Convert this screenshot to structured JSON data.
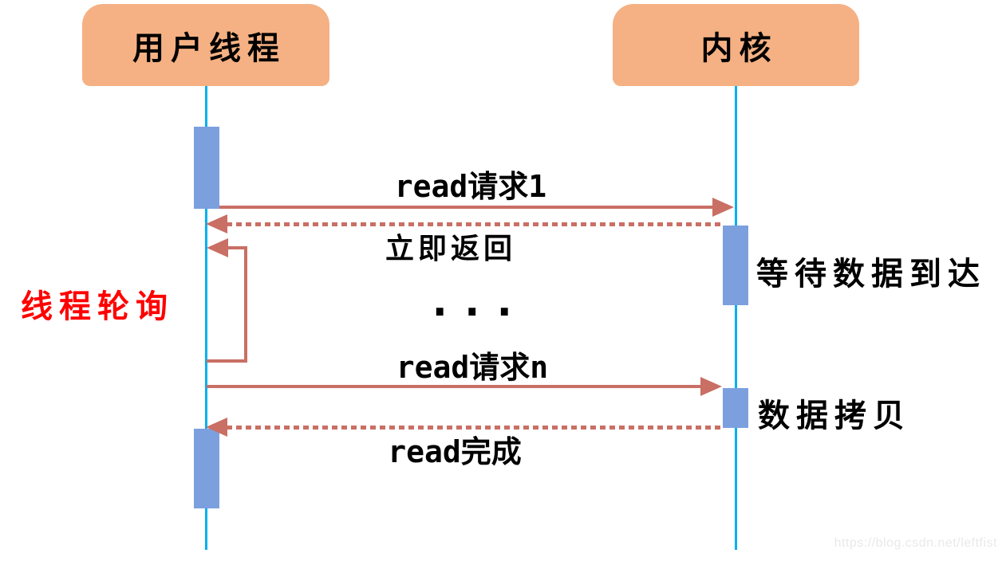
{
  "colors": {
    "header_fill": "#F5B183",
    "lifeline": "#00B0F0",
    "activation": "#7CA0DE",
    "arrow": "#C96F64",
    "emphasis": "#FF0000",
    "ink": "#000000",
    "watermark": "#E9E9E9"
  },
  "diagram": {
    "lifelines": [
      {
        "id": "user-thread",
        "label": "用户线程"
      },
      {
        "id": "kernel",
        "label": "内核"
      }
    ],
    "messages": [
      {
        "label": "read请求1",
        "from": "user-thread",
        "to": "kernel",
        "line": "solid"
      },
      {
        "label": "立即返回",
        "from": "kernel",
        "to": "user-thread",
        "line": "dashed"
      },
      {
        "label": "...",
        "from": "",
        "to": "",
        "line": "none"
      },
      {
        "label": "read请求n",
        "from": "user-thread",
        "to": "kernel",
        "line": "solid"
      },
      {
        "label": "read完成",
        "from": "kernel",
        "to": "user-thread",
        "line": "dashed"
      }
    ],
    "annotations": {
      "polling": "线程轮询",
      "wait_data": "等待数据到达",
      "data_copy": "数据拷贝"
    },
    "watermark": "https://blog.csdn.net/leftfist"
  }
}
